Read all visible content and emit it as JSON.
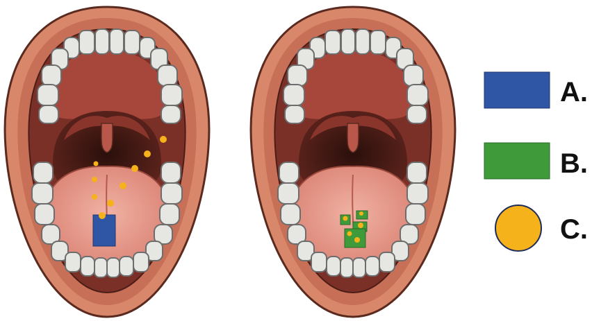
{
  "colors": {
    "lip": "#d9876b",
    "lip_outline": "#5a2a1f",
    "mouth_interior": "#7a2f27",
    "throat": "#3b1812",
    "palate": "#a7463a",
    "tongue": "#e59a8b",
    "tooth": "#e6e6e3",
    "tooth_outline": "#6d6d6d",
    "blue_block": "#2f55a5",
    "green_block": "#3f9a3a",
    "yellow_dot": "#f6b21a",
    "dot_outline": "#1d2c5a"
  },
  "legend": {
    "items": [
      {
        "key": "A",
        "label": "A.",
        "swatch": "blue-rectangle"
      },
      {
        "key": "B",
        "label": "B.",
        "swatch": "green-rectangle"
      },
      {
        "key": "C",
        "label": "C.",
        "swatch": "yellow-circle"
      }
    ]
  }
}
